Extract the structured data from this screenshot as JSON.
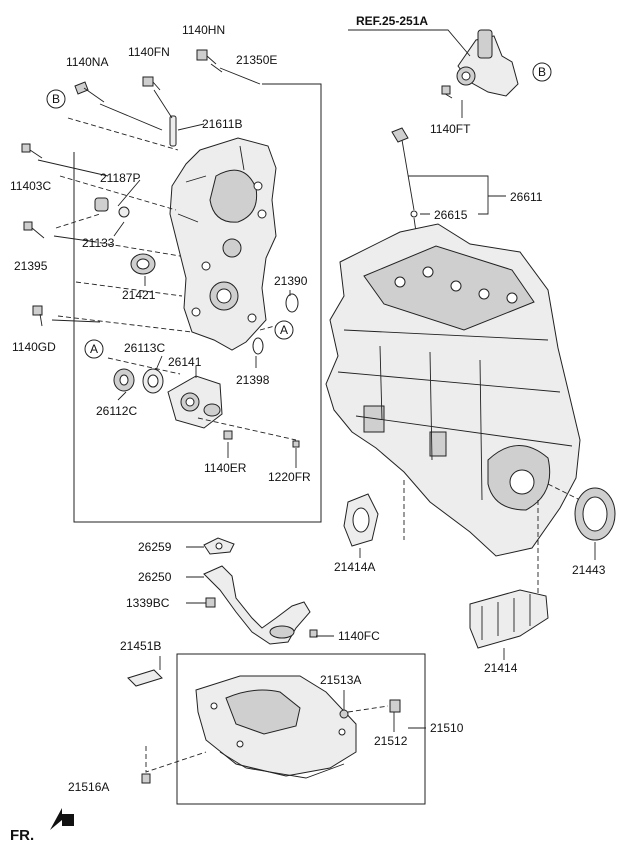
{
  "diagram": {
    "ref_text": "REF.25-251A",
    "callouts": {
      "a": "A",
      "b": "B"
    },
    "labels": {
      "p1140HN": "1140HN",
      "p1140NA": "1140NA",
      "p1140FN": "1140FN",
      "p21350E": "21350E",
      "p21611B": "21611B",
      "p11403C": "11403C",
      "p21187P": "21187P",
      "p21133": "21133",
      "p21395": "21395",
      "p21421": "21421",
      "p21390": "21390",
      "p1140GD": "1140GD",
      "p26113C": "26113C",
      "p26141": "26141",
      "p21398": "21398",
      "p26112C": "26112C",
      "p1140ER": "1140ER",
      "p1220FR": "1220FR",
      "p1140FT": "1140FT",
      "p26611": "26611",
      "p26615": "26615",
      "p26259": "26259",
      "p26250": "26250",
      "p1339BC": "1339BC",
      "p1140FC": "1140FC",
      "p21414A": "21414A",
      "p21443": "21443",
      "p21414": "21414",
      "p21451B": "21451B",
      "p21513A": "21513A",
      "p21512": "21512",
      "p21510": "21510",
      "p21516A": "21516A"
    },
    "direction_label": "FR."
  }
}
